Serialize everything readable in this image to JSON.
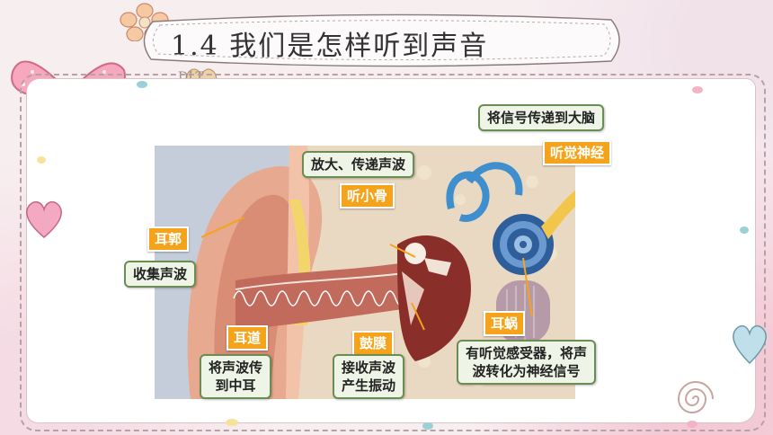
{
  "slide": {
    "title": "1.4   我们是怎样听到声音",
    "title_sub": "DLT"
  },
  "labels": {
    "brain": "将信号传递到大脑",
    "auditory_nerve": "听觉神经",
    "amplify": "放大、传递声波",
    "ossicles": "听小骨",
    "auricle": "耳郭",
    "collect": "收集声波",
    "ear_canal": "耳道",
    "canal_desc": "将声波传\n到中耳",
    "eardrum": "鼓膜",
    "eardrum_desc": "接收声波\n产生振动",
    "cochlea": "耳蜗",
    "cochlea_desc": "有听觉感受器，将声\n波转化为神经信号"
  },
  "colors": {
    "tag_orange": "#f5a31a",
    "label_bg": "#eef4e6",
    "label_border": "#6a8d54",
    "nerve_yellow": "#f2c64a"
  }
}
